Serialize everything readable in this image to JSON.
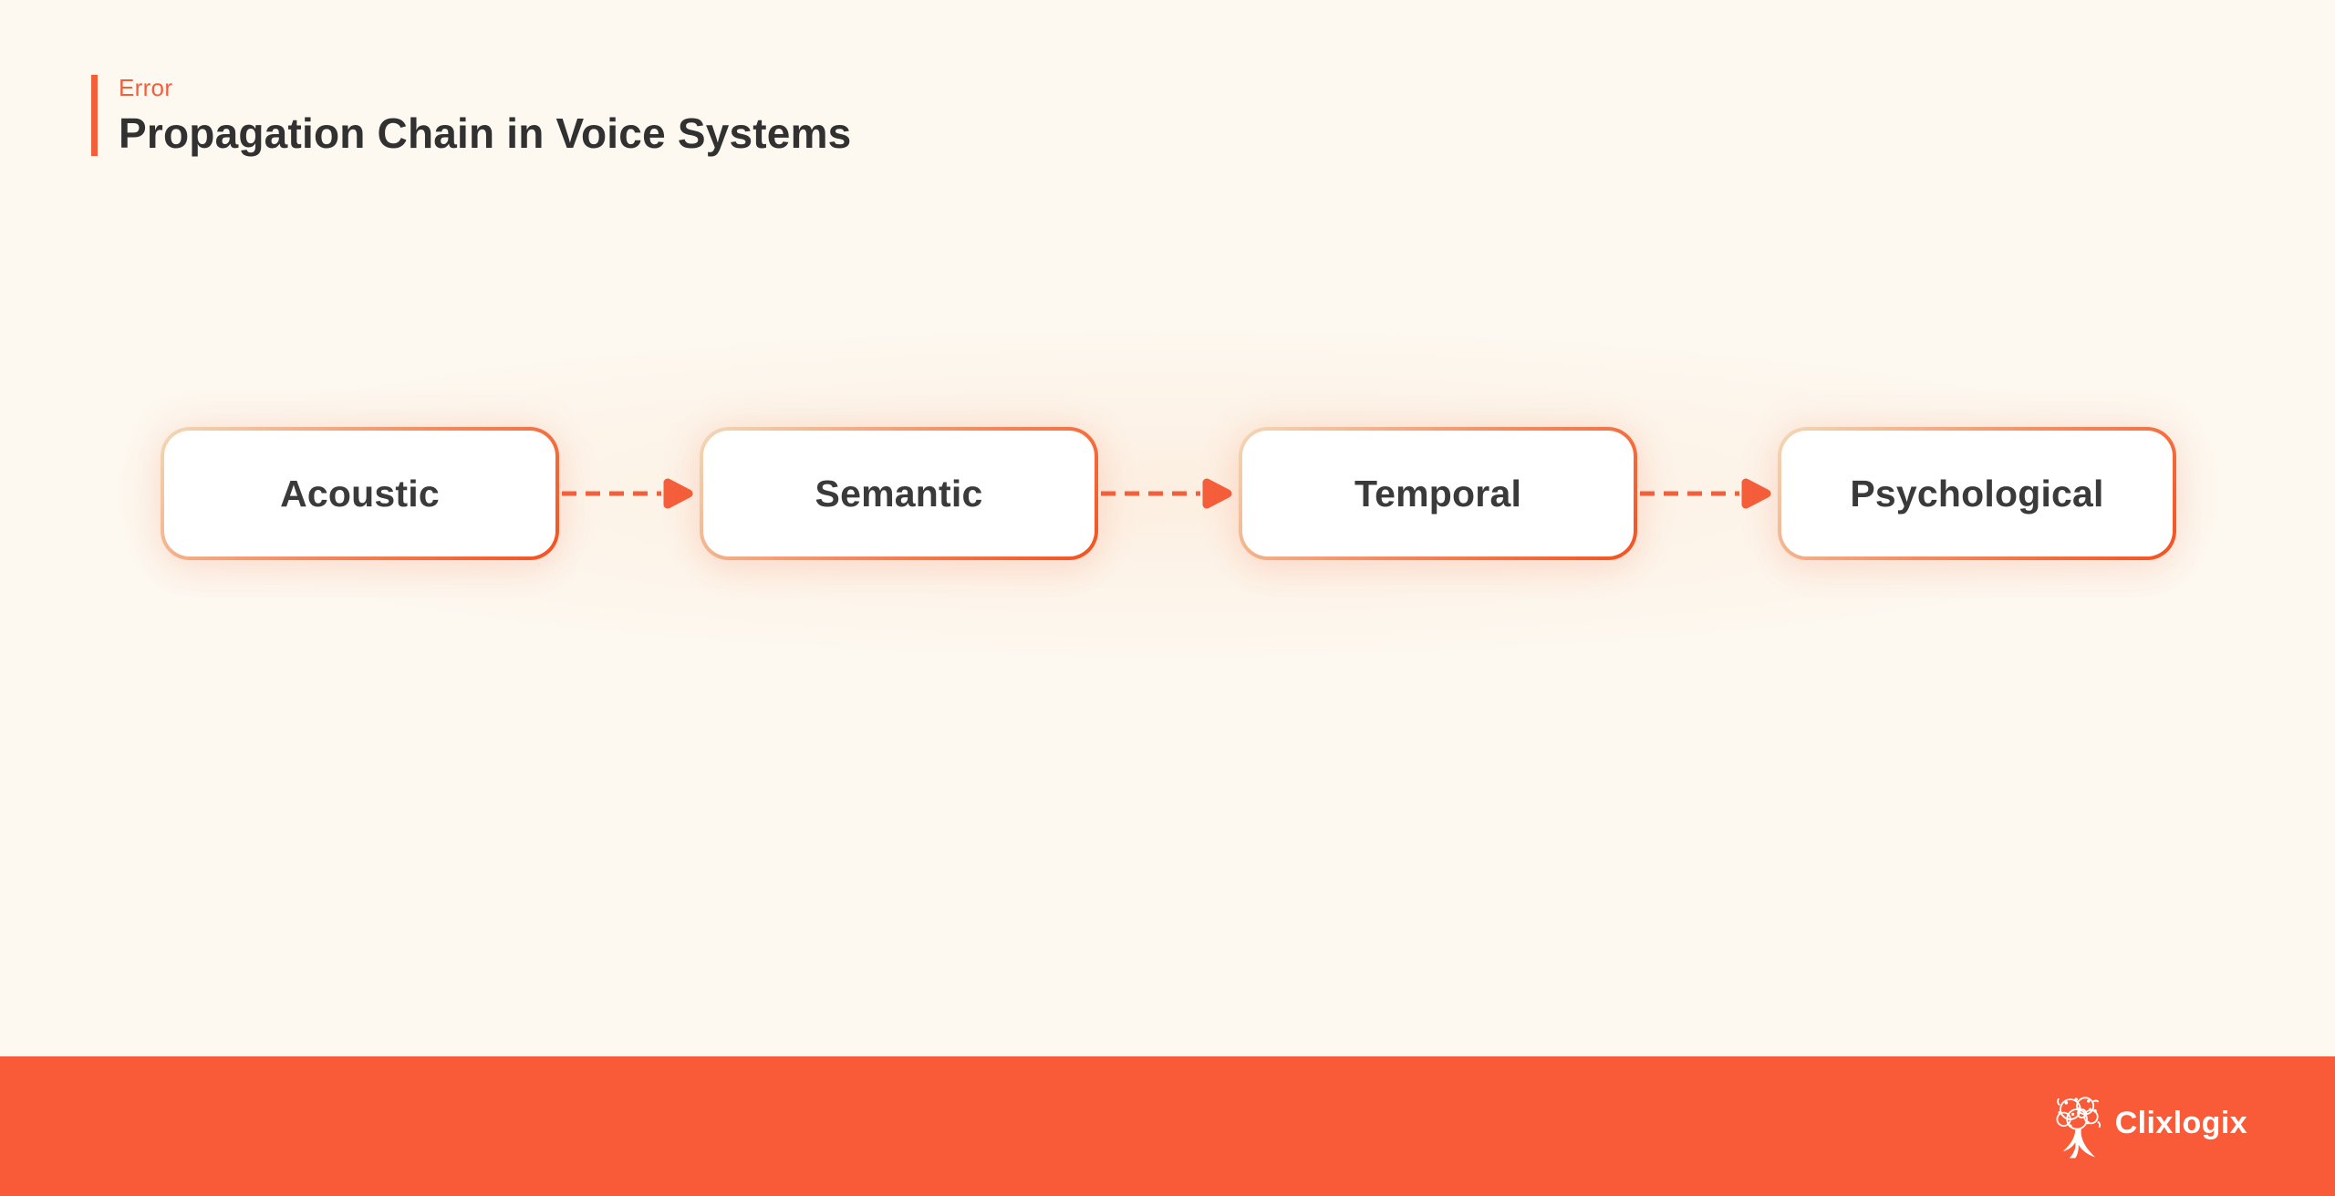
{
  "colors": {
    "background": "#FDF8F0",
    "accent": "#F45F3B",
    "footer": "#F95B38",
    "title": "#313131",
    "label": "#3A3A3A",
    "border_light": "#F2D9B8",
    "border_mid": "#F58A5E",
    "border_dark": "#F4511F"
  },
  "header": {
    "eyebrow": "Error",
    "title": "Propagation Chain in Voice Systems"
  },
  "flow": {
    "type": "linear-chain",
    "direction": "left-to-right",
    "connector_style": "dashed-arrow",
    "stages": [
      {
        "label": "Acoustic"
      },
      {
        "label": "Semantic"
      },
      {
        "label": "Temporal"
      },
      {
        "label": "Psychological"
      }
    ]
  },
  "footer": {
    "brand": "Clixlogix",
    "logo_icon": "tree-brain-icon"
  }
}
